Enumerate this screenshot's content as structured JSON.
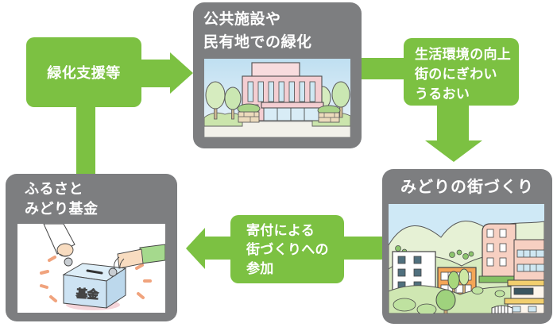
{
  "colors": {
    "arrow_green": "#7cc142",
    "panel_gray": "#7d7e80",
    "text_white": "#ffffff"
  },
  "nodes": {
    "support": {
      "label": "緑化支援等"
    },
    "greening": {
      "title_lines": [
        "公共施設や",
        "民有地での緑化"
      ],
      "illustration": "public-building-illustration"
    },
    "improvement": {
      "lines": [
        "生活環境の向上",
        "街のにぎわい",
        "うるおい"
      ]
    },
    "machizukuri": {
      "title": "みどりの街づくり",
      "illustration": "green-town-illustration"
    },
    "donation": {
      "lines": [
        "寄付による",
        "街づくりへの",
        "参加"
      ]
    },
    "fund": {
      "title_lines": [
        "ふるさと",
        "みどり基金"
      ],
      "illustration": "donation-box-illustration",
      "box_label": "基金"
    }
  }
}
